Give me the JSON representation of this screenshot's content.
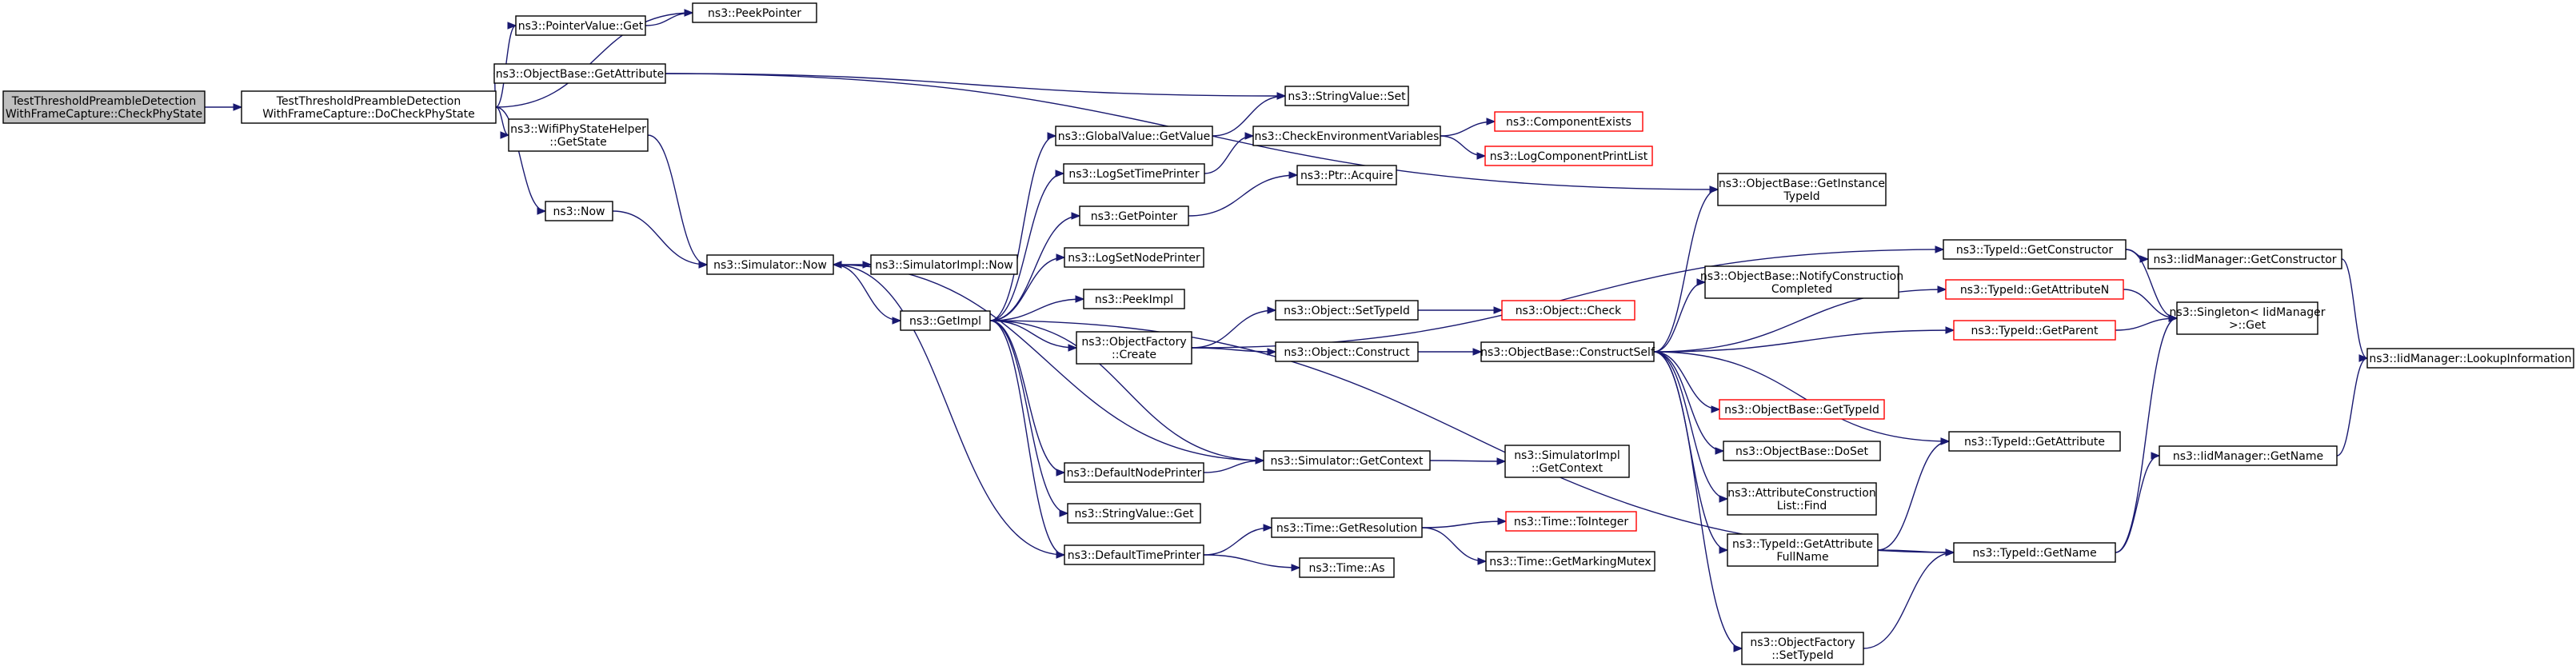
{
  "colors": {
    "edge": "#191970",
    "node_border": "#000000",
    "node_border_incomplete": "#ff0000",
    "root_fill": "#bfbfbf",
    "node_fill": "#ffffff",
    "text": "#000000"
  },
  "nodes": {
    "root": {
      "lines": [
        "TestThresholdPreambleDetection",
        "WithFrameCapture::CheckPhyState"
      ],
      "root": true
    },
    "docheck": {
      "lines": [
        "TestThresholdPreambleDetection",
        "WithFrameCapture::DoCheckPhyState"
      ]
    },
    "pointervalue_get": {
      "lines": [
        "ns3::PointerValue::Get"
      ]
    },
    "peekpointer": {
      "lines": [
        "ns3::PeekPointer"
      ]
    },
    "objectbase_getattribute": {
      "lines": [
        "ns3::ObjectBase::GetAttribute"
      ]
    },
    "stringvalue_set": {
      "lines": [
        "ns3::StringValue::Set"
      ]
    },
    "wifiphystatehelper_getstate": {
      "lines": [
        "ns3::WifiPhyStateHelper",
        "::GetState"
      ]
    },
    "now": {
      "lines": [
        "ns3::Now"
      ]
    },
    "simulator_now": {
      "lines": [
        "ns3::Simulator::Now"
      ]
    },
    "simulatorimpl_now": {
      "lines": [
        "ns3::SimulatorImpl::Now"
      ]
    },
    "getimpl": {
      "lines": [
        "ns3::GetImpl"
      ]
    },
    "globalvalue_getvalue": {
      "lines": [
        "ns3::GlobalValue::GetValue"
      ]
    },
    "logsettimeprinter": {
      "lines": [
        "ns3::LogSetTimePrinter"
      ]
    },
    "getpointer": {
      "lines": [
        "ns3::GetPointer"
      ]
    },
    "logsetnodeprinter": {
      "lines": [
        "ns3::LogSetNodePrinter"
      ]
    },
    "peekimpl": {
      "lines": [
        "ns3::PeekImpl"
      ]
    },
    "objectfactory_create": {
      "lines": [
        "ns3::ObjectFactory",
        "::Create"
      ]
    },
    "defaultnodeprinter": {
      "lines": [
        "ns3::DefaultNodePrinter"
      ]
    },
    "stringvalue_get": {
      "lines": [
        "ns3::StringValue::Get"
      ]
    },
    "defaulttimeprinter": {
      "lines": [
        "ns3::DefaultTimePrinter"
      ]
    },
    "checkenvironmentvariables": {
      "lines": [
        "ns3::CheckEnvironmentVariables"
      ]
    },
    "componentexists": {
      "lines": [
        "ns3::ComponentExists"
      ],
      "incomplete": true
    },
    "logcomponentprintlist": {
      "lines": [
        "ns3::LogComponentPrintList"
      ],
      "incomplete": true
    },
    "ptr_acquire": {
      "lines": [
        "ns3::Ptr::Acquire"
      ]
    },
    "object_settypeid": {
      "lines": [
        "ns3::Object::SetTypeId"
      ]
    },
    "object_check": {
      "lines": [
        "ns3::Object::Check"
      ],
      "incomplete": true
    },
    "object_construct": {
      "lines": [
        "ns3::Object::Construct"
      ]
    },
    "objectbase_constructself": {
      "lines": [
        "ns3::ObjectBase::ConstructSelf"
      ]
    },
    "simulator_getcontext": {
      "lines": [
        "ns3::Simulator::GetContext"
      ]
    },
    "simulatorimpl_getcontext": {
      "lines": [
        "ns3::SimulatorImpl",
        "::GetContext"
      ]
    },
    "time_getresolution": {
      "lines": [
        "ns3::Time::GetResolution"
      ]
    },
    "time_tointeger": {
      "lines": [
        "ns3::Time::ToInteger"
      ],
      "incomplete": true
    },
    "time_getmarkingmutex": {
      "lines": [
        "ns3::Time::GetMarkingMutex"
      ]
    },
    "time_as": {
      "lines": [
        "ns3::Time::As"
      ]
    },
    "objectbase_getinstancetypeid": {
      "lines": [
        "ns3::ObjectBase::GetInstance",
        "TypeId"
      ]
    },
    "objectbase_notifyconstructioncompleted": {
      "lines": [
        "ns3::ObjectBase::NotifyConstruction",
        "Completed"
      ]
    },
    "objectbase_gettypeid": {
      "lines": [
        "ns3::ObjectBase::GetTypeId"
      ],
      "incomplete": true
    },
    "objectbase_doset": {
      "lines": [
        "ns3::ObjectBase::DoSet"
      ]
    },
    "attributeconstructionlist_find": {
      "lines": [
        "ns3::AttributeConstruction",
        "List::Find"
      ]
    },
    "typeid_getattributefullname": {
      "lines": [
        "ns3::TypeId::GetAttribute",
        "FullName"
      ]
    },
    "objectfactory_settypeid": {
      "lines": [
        "ns3::ObjectFactory",
        "::SetTypeId"
      ]
    },
    "typeid_getconstructor": {
      "lines": [
        "ns3::TypeId::GetConstructor"
      ]
    },
    "typeid_getattributen": {
      "lines": [
        "ns3::TypeId::GetAttributeN"
      ],
      "incomplete": true
    },
    "typeid_getparent": {
      "lines": [
        "ns3::TypeId::GetParent"
      ],
      "incomplete": true
    },
    "typeid_getattribute": {
      "lines": [
        "ns3::TypeId::GetAttribute"
      ]
    },
    "typeid_getname": {
      "lines": [
        "ns3::TypeId::GetName"
      ]
    },
    "iidmanager_getconstructor": {
      "lines": [
        "ns3::IidManager::GetConstructor"
      ]
    },
    "singleton_iidmanager_get": {
      "lines": [
        "ns3::Singleton< IidManager",
        " >::Get"
      ]
    },
    "iidmanager_getname": {
      "lines": [
        "ns3::IidManager::GetName"
      ]
    },
    "iidmanager_lookupinformation": {
      "lines": [
        "ns3::IidManager::LookupInformation"
      ]
    }
  },
  "edges": [
    [
      "root",
      "docheck"
    ],
    [
      "docheck",
      "pointervalue_get"
    ],
    [
      "docheck",
      "peekpointer"
    ],
    [
      "docheck",
      "objectbase_getattribute"
    ],
    [
      "docheck",
      "wifiphystatehelper_getstate"
    ],
    [
      "docheck",
      "now"
    ],
    [
      "pointervalue_get",
      "peekpointer"
    ],
    [
      "objectbase_getattribute",
      "stringvalue_set"
    ],
    [
      "objectbase_getattribute",
      "objectbase_getinstancetypeid"
    ],
    [
      "wifiphystatehelper_getstate",
      "simulator_now"
    ],
    [
      "now",
      "simulator_now"
    ],
    [
      "simulator_now",
      "simulatorimpl_now"
    ],
    [
      "simulator_now",
      "getimpl"
    ],
    [
      "getimpl",
      "globalvalue_getvalue"
    ],
    [
      "getimpl",
      "logsettimeprinter"
    ],
    [
      "getimpl",
      "getpointer"
    ],
    [
      "getimpl",
      "logsetnodeprinter"
    ],
    [
      "getimpl",
      "peekimpl"
    ],
    [
      "getimpl",
      "objectfactory_create"
    ],
    [
      "getimpl",
      "defaultnodeprinter"
    ],
    [
      "getimpl",
      "stringvalue_get"
    ],
    [
      "getimpl",
      "defaulttimeprinter"
    ],
    [
      "getimpl",
      "simulator_getcontext"
    ],
    [
      "getimpl",
      "typeid_getname"
    ],
    [
      "globalvalue_getvalue",
      "stringvalue_set"
    ],
    [
      "logsettimeprinter",
      "checkenvironmentvariables"
    ],
    [
      "checkenvironmentvariables",
      "componentexists"
    ],
    [
      "checkenvironmentvariables",
      "logcomponentprintlist"
    ],
    [
      "getpointer",
      "ptr_acquire"
    ],
    [
      "objectfactory_create",
      "object_settypeid"
    ],
    [
      "objectfactory_create",
      "object_construct"
    ],
    [
      "objectfactory_create",
      "typeid_getconstructor"
    ],
    [
      "object_settypeid",
      "object_check"
    ],
    [
      "object_construct",
      "objectbase_constructself"
    ],
    [
      "defaultnodeprinter",
      "simulator_getcontext"
    ],
    [
      "simulator_getcontext",
      "simulator_now"
    ],
    [
      "simulator_getcontext",
      "simulatorimpl_getcontext"
    ],
    [
      "defaulttimeprinter",
      "simulator_now"
    ],
    [
      "defaulttimeprinter",
      "time_getresolution"
    ],
    [
      "defaulttimeprinter",
      "time_as"
    ],
    [
      "time_getresolution",
      "time_tointeger"
    ],
    [
      "time_getresolution",
      "time_getmarkingmutex"
    ],
    [
      "objectbase_constructself",
      "objectbase_getinstancetypeid"
    ],
    [
      "objectbase_constructself",
      "objectbase_notifyconstructioncompleted"
    ],
    [
      "objectbase_constructself",
      "typeid_getattributen"
    ],
    [
      "objectbase_constructself",
      "typeid_getparent"
    ],
    [
      "objectbase_constructself",
      "objectbase_gettypeid"
    ],
    [
      "objectbase_constructself",
      "objectbase_doset"
    ],
    [
      "objectbase_constructself",
      "attributeconstructionlist_find"
    ],
    [
      "objectbase_constructself",
      "typeid_getattribute"
    ],
    [
      "objectbase_constructself",
      "typeid_getattributefullname"
    ],
    [
      "objectbase_constructself",
      "objectfactory_settypeid"
    ],
    [
      "typeid_getattributefullname",
      "typeid_getattribute"
    ],
    [
      "typeid_getattributefullname",
      "typeid_getname"
    ],
    [
      "objectfactory_settypeid",
      "typeid_getname"
    ],
    [
      "typeid_getconstructor",
      "iidmanager_getconstructor"
    ],
    [
      "typeid_getconstructor",
      "singleton_iidmanager_get"
    ],
    [
      "typeid_getattributen",
      "singleton_iidmanager_get"
    ],
    [
      "typeid_getparent",
      "singleton_iidmanager_get"
    ],
    [
      "typeid_getname",
      "singleton_iidmanager_get"
    ],
    [
      "typeid_getname",
      "iidmanager_getname"
    ],
    [
      "iidmanager_getconstructor",
      "iidmanager_lookupinformation"
    ],
    [
      "iidmanager_getname",
      "iidmanager_lookupinformation"
    ]
  ]
}
